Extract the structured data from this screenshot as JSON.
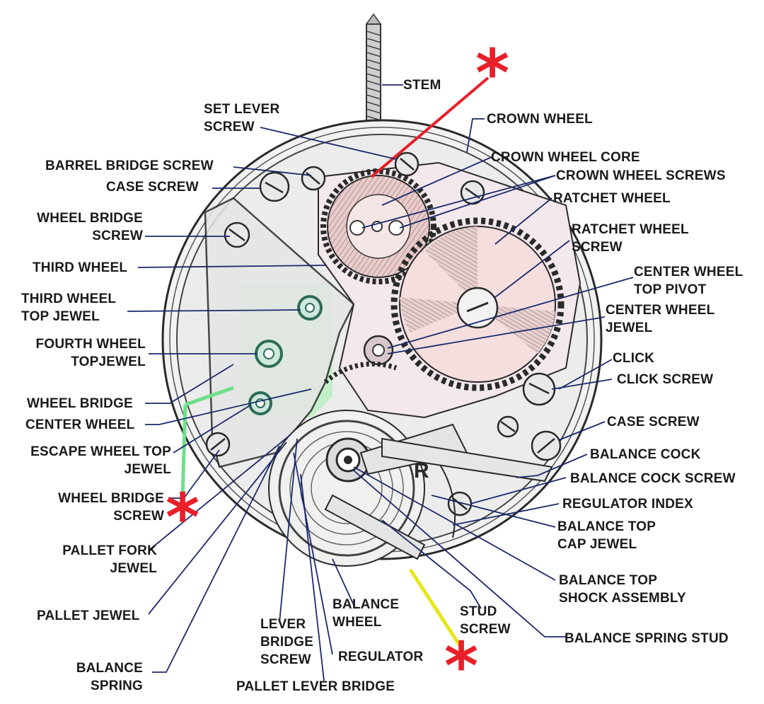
{
  "labels": {
    "stem": "STEM",
    "set_lever_screw": "SET LEVER\nSCREW",
    "crown_wheel": "CROWN WHEEL",
    "barrel_bridge_screw": "BARREL BRIDGE SCREW",
    "crown_wheel_core": "CROWN WHEEL CORE",
    "case_screw_left": "CASE SCREW",
    "crown_wheel_screws": "CROWN WHEEL SCREWS",
    "ratchet_wheel": "RATCHET WHEEL",
    "wheel_bridge_screw_top": "WHEEL BRIDGE\nSCREW",
    "ratchet_wheel_screw": "RATCHET WHEEL\nSCREW",
    "third_wheel": "THIRD WHEEL",
    "center_wheel_top_pivot": "CENTER WHEEL\nTOP PIVOT",
    "third_wheel_top_jewel": "THIRD WHEEL\nTOP JEWEL",
    "center_wheel_jewel": "CENTER WHEEL\nJEWEL",
    "fourth_wheel_top_jewel": "FOURTH WHEEL\nTOPJEWEL",
    "click": "CLICK",
    "click_screw": "CLICK SCREW",
    "wheel_bridge": "WHEEL BRIDGE",
    "center_wheel": "CENTER WHEEL",
    "case_screw_right": "CASE SCREW",
    "escape_wheel_top_jewel": "ESCAPE WHEEL TOP\nJEWEL",
    "balance_cock": "BALANCE COCK",
    "balance_cock_screw": "BALANCE COCK SCREW",
    "wheel_bridge_screw_bottom": "WHEEL BRIDGE\nSCREW",
    "regulator_index": "REGULATOR INDEX",
    "balance_top_cap_jewel": "BALANCE TOP\nCAP JEWEL",
    "pallet_fork_jewel": "PALLET FORK\nJEWEL",
    "balance_top_shock_assembly": "BALANCE TOP\nSHOCK ASSEMBLY",
    "pallet_jewel": "PALLET JEWEL",
    "balance_wheel": "BALANCE\nWHEEL",
    "stud_screw": "STUD\nSCREW",
    "balance_spring_stud": "BALANCE SPRING STUD",
    "lever_bridge_screw": "LEVER\nBRIDGE\nSCREW",
    "regulator": "REGULATOR",
    "balance_spring": "BALANCE\nSPRING",
    "pallet_lever_bridge": "PALLET LEVER BRIDGE",
    "regulator_mark": "R"
  },
  "markers": {
    "symbol": "*",
    "color": "#e8202a"
  },
  "colors": {
    "plate": "#eeeeee",
    "outline": "#2a2a2a",
    "leader": "#1b2a6b",
    "gear_fill": "#f4dcdc",
    "bridge_fill": "#f0e6ec",
    "jewel": "#2d6b55",
    "highlight_green": "#b8f0c0",
    "line_red": "#e8202a",
    "line_green": "#6ee08a",
    "line_yellow": "#e6e61a"
  }
}
